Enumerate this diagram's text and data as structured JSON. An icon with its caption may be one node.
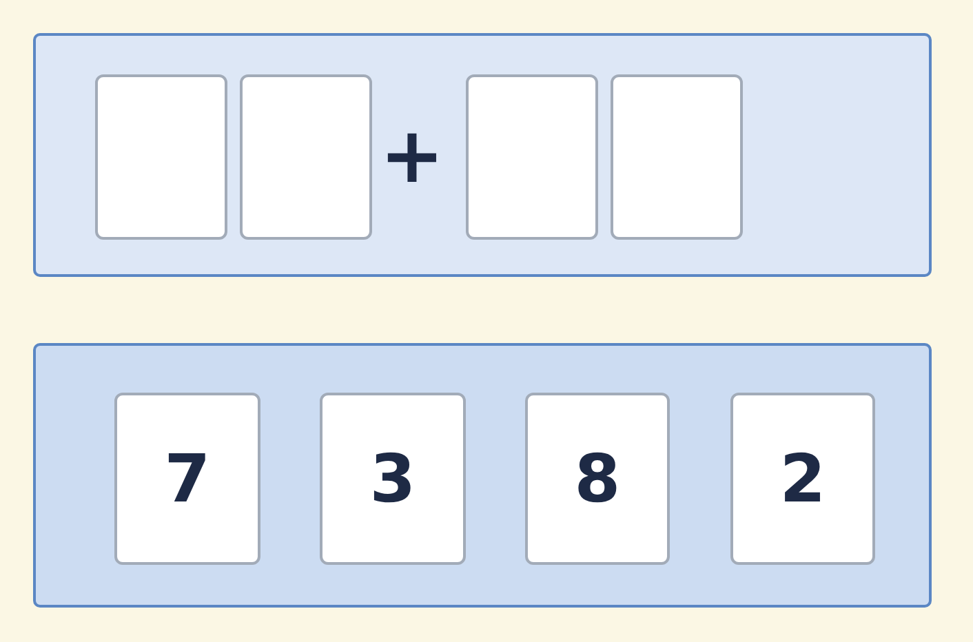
{
  "diagram": {
    "nodes": [
      {
        "text": [],
        "shape": "box"
      },
      {
        "text": [],
        "shape": "box",
        "in": 0
      },
      {
        "text": [],
        "shape": "box",
        "in": 0
      },
      {
        "text": [],
        "shape": "box",
        "in": 0
      },
      {
        "text": [],
        "shape": "box",
        "in": 0
      },
      {
        "text": [],
        "shape": "box"
      },
      {
        "text": [
          "7"
        ],
        "in": 5
      },
      {
        "text": [
          "3"
        ],
        "in": 5
      },
      {
        "text": [
          "8"
        ],
        "in": 5
      },
      {
        "text": [
          "2"
        ],
        "in": 5
      }
    ],
    "labels": [
      "+"
    ]
  }
}
